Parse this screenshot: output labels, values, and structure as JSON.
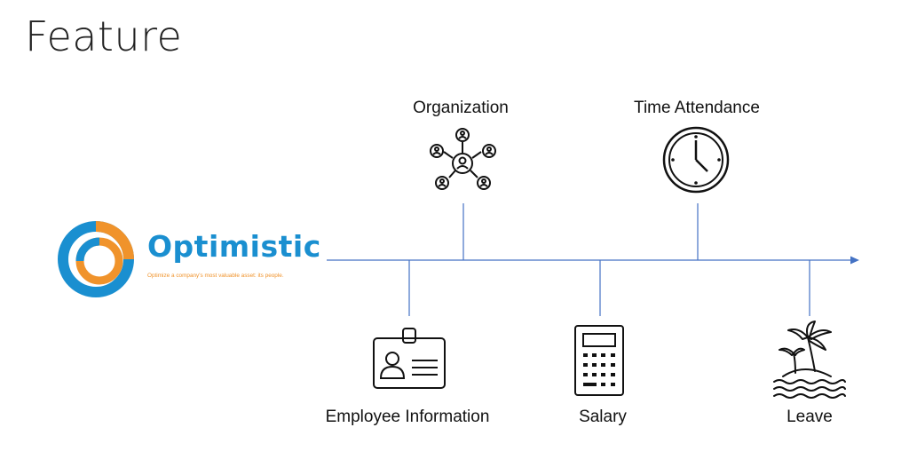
{
  "slide": {
    "title": "Feature"
  },
  "logo": {
    "name": "Optimistic",
    "tagline": "Optimize a company's most valuable asset: its people.",
    "colors": {
      "blue": "#1a8fd0",
      "orange": "#f0932b"
    }
  },
  "timeline": {
    "line_color": "#4472c4",
    "milestones": [
      {
        "label": "Organization",
        "icon": "network-icon",
        "position": "above"
      },
      {
        "label": "Time Attendance",
        "icon": "clock-icon",
        "position": "above"
      },
      {
        "label": "Employee Information",
        "icon": "id-card-icon",
        "position": "below"
      },
      {
        "label": "Salary",
        "icon": "calculator-icon",
        "position": "below"
      },
      {
        "label": "Leave",
        "icon": "island-icon",
        "position": "below"
      }
    ]
  }
}
